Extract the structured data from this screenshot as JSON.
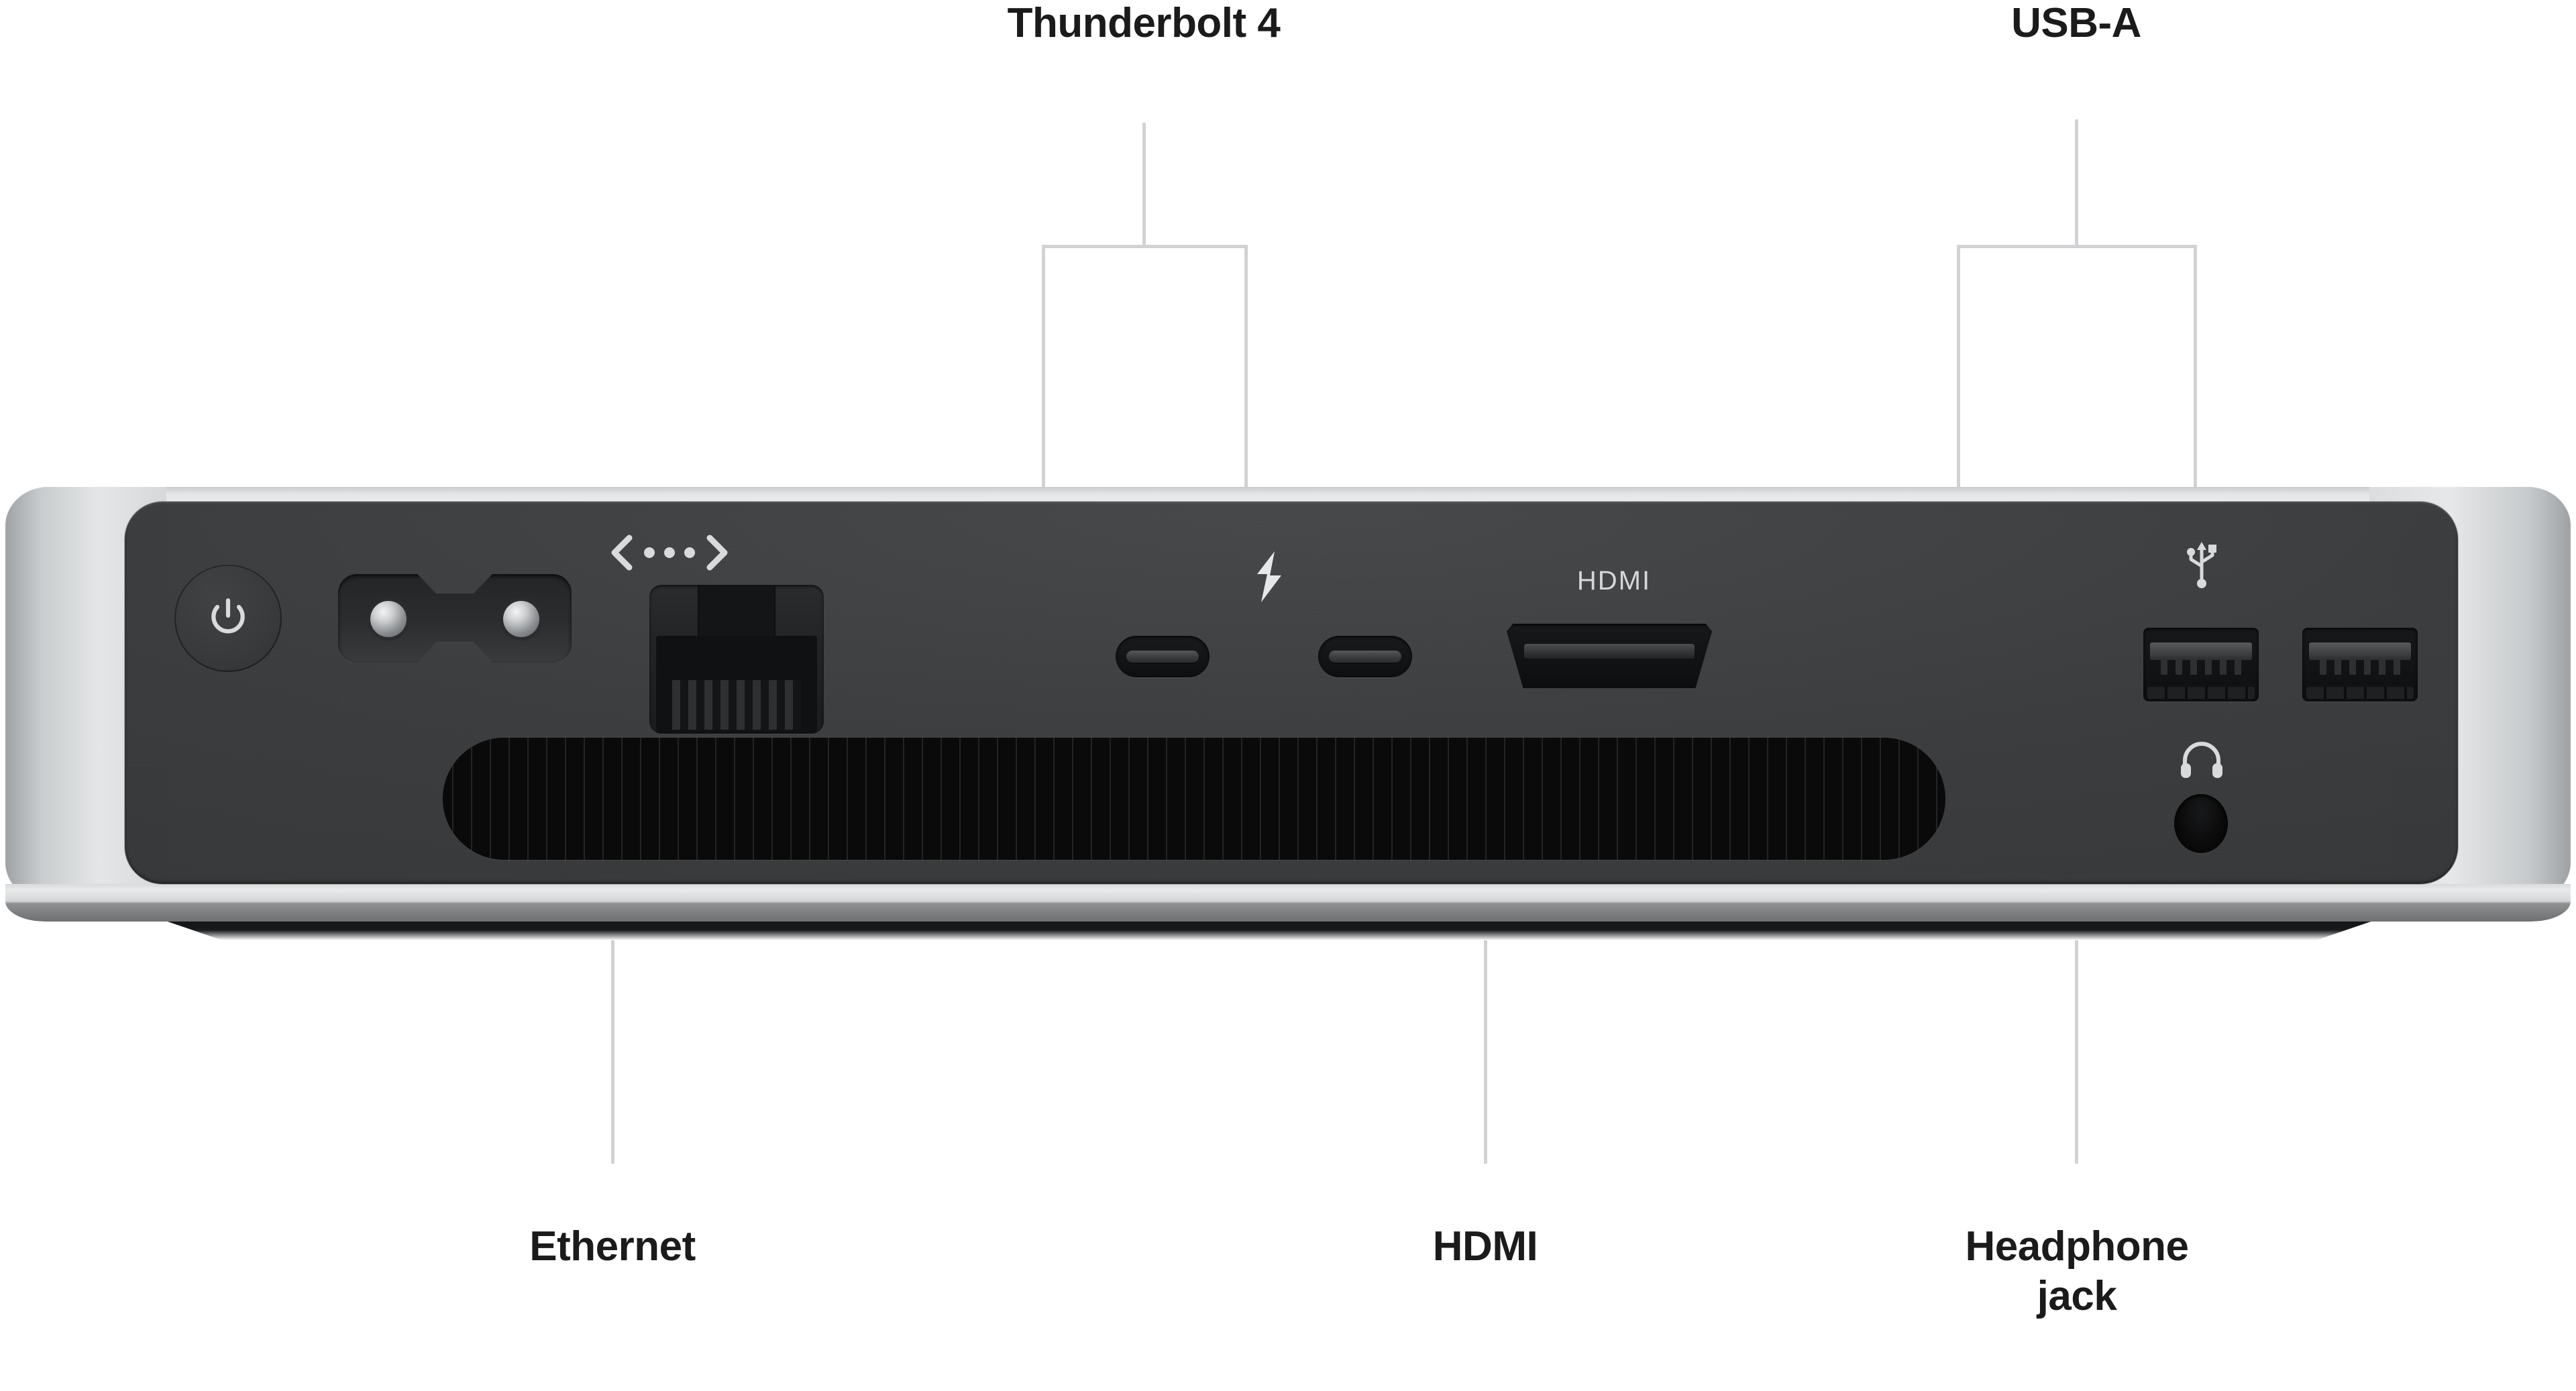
{
  "diagram": {
    "subject": "Mac mini rear panel ports",
    "background_color": "#ffffff",
    "leader_line_color": "#d2d2d4",
    "label_color": "#1b1b1b"
  },
  "callouts": {
    "thunderbolt": "Thunderbolt 4",
    "usba": "USB-A",
    "ethernet": "Ethernet",
    "hdmi": "HDMI",
    "headphone": "Headphone\njack"
  },
  "silkscreen": {
    "hdmi": "HDMI"
  },
  "icons": {
    "power": "power-icon",
    "ethernet": "ethernet-icon",
    "thunderbolt": "thunderbolt-bolt-icon",
    "usb": "usb-trident-icon",
    "headphone": "headphone-icon"
  },
  "ports": [
    {
      "name": "power-button",
      "label": "Power button",
      "count": 1
    },
    {
      "name": "power-socket",
      "label": "Power socket",
      "count": 1
    },
    {
      "name": "ethernet-port",
      "label": "Ethernet",
      "count": 1
    },
    {
      "name": "thunderbolt-port",
      "label": "Thunderbolt 4",
      "count": 2
    },
    {
      "name": "hdmi-port",
      "label": "HDMI",
      "count": 1
    },
    {
      "name": "usb-port",
      "label": "USB-A",
      "count": 2
    },
    {
      "name": "headphone-jack",
      "label": "Headphone jack",
      "count": 1
    },
    {
      "name": "vent",
      "label": "Exhaust vent",
      "count": 1
    }
  ],
  "chassis": {
    "body_color": "#3a3b3c",
    "shell_color": "#d5d7d9",
    "band_color": "#8f9193"
  }
}
